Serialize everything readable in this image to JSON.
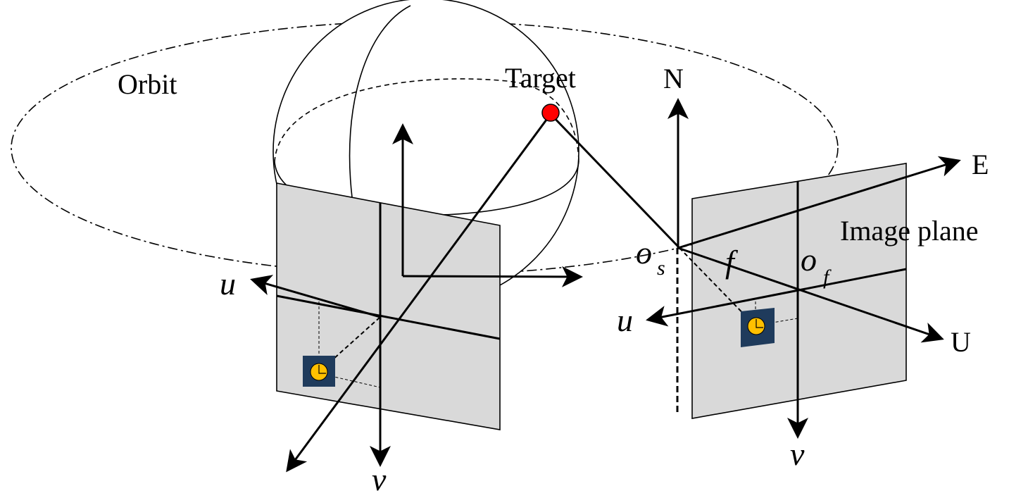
{
  "labels": {
    "orbit": "Orbit",
    "target": "Target",
    "north": "N",
    "east": "E",
    "up": "U",
    "image_plane": "Image plane",
    "u_left": "u",
    "v_left": "v",
    "u_right": "u",
    "v_right": "v",
    "os_main": "o",
    "os_sub": "s",
    "of_main": "o",
    "of_sub": "f",
    "focal": "f"
  },
  "colors": {
    "plane_fill": "#d9d9d9",
    "target_fill": "#ff0000",
    "pixel_square": "#1f3b5c",
    "pixel_dot": "#ffc000",
    "line": "#000000"
  }
}
